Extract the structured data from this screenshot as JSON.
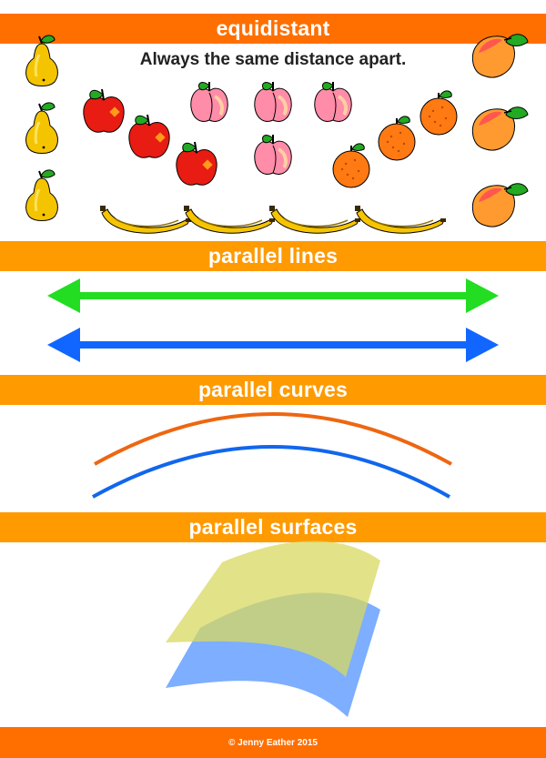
{
  "sections": {
    "equidistant": {
      "title": "equidistant",
      "subtitle": "Always the same distance apart."
    },
    "parallel_lines": {
      "title": "parallel lines"
    },
    "parallel_curves": {
      "title": "parallel curves"
    },
    "parallel_surfaces": {
      "title": "parallel surfaces"
    }
  },
  "footer": {
    "credit": "© Jenny Eather 2015"
  },
  "colors": {
    "banner_dark": "#ff6f00",
    "banner_light": "#ff9a00",
    "line_green": "#22dd22",
    "line_blue": "#1166ff",
    "curve_orange": "#ee6611",
    "curve_blue": "#1166ee",
    "surface_yellow": "#dede6a",
    "surface_blue": "#6fa5ff"
  },
  "icons": [
    "pear-icon",
    "apple-icon",
    "peach-icon",
    "orange-icon",
    "banana-icon",
    "mango-icon"
  ]
}
